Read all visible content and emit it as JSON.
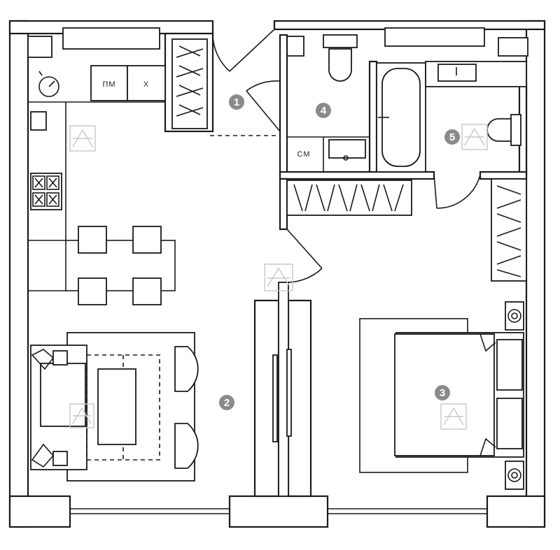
{
  "plan": {
    "rooms": [
      {
        "key": "hall",
        "number": "1"
      },
      {
        "key": "living",
        "number": "2"
      },
      {
        "key": "bedroom",
        "number": "3"
      },
      {
        "key": "bath",
        "number": "4"
      },
      {
        "key": "bath2",
        "number": "5"
      }
    ],
    "appliance_labels": {
      "dishwasher": "ПМ",
      "fridge": "Х",
      "washer": "СМ"
    }
  }
}
